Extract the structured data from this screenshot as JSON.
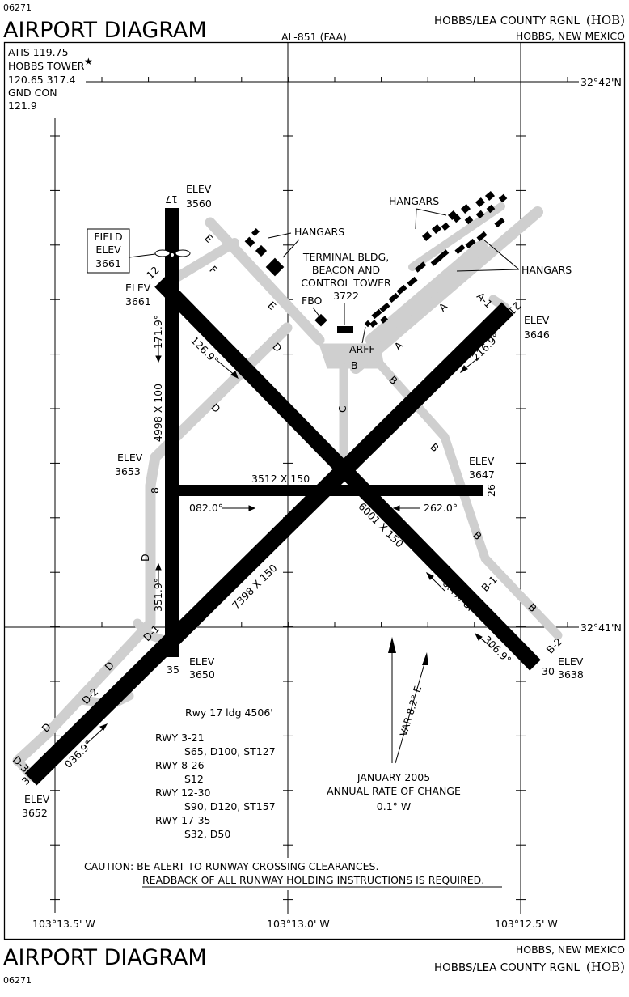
{
  "header": {
    "chart_id": "06271",
    "title": "AIRPORT DIAGRAM",
    "procedure_id": "AL-851 (FAA)",
    "airport_name": "HOBBS/LEA COUNTY RGNL",
    "airport_id": "(HOB)",
    "city_state": "HOBBS, NEW MEXICO"
  },
  "frequencies": [
    "ATIS 119.75",
    "HOBBS TOWER",
    "120.65  317.4",
    "GND CON",
    "121.9"
  ],
  "tower_star": "★",
  "latitudes": [
    "32°42'N",
    "32°41'N"
  ],
  "longitudes": [
    "103°13.5' W",
    "103°13.0' W",
    "103°12.5' W"
  ],
  "field_elev": {
    "line1": "FIELD",
    "line2": "ELEV",
    "value": "3661"
  },
  "runway_ends": [
    {
      "id": "17",
      "elev_label": "ELEV",
      "elev": "3560",
      "heading": "171.9°"
    },
    {
      "id": "35",
      "elev_label": "ELEV",
      "elev": "3650",
      "heading": "351.9°"
    },
    {
      "id": "12",
      "elev_label": "ELEV",
      "elev": "3661",
      "heading": "126.9°"
    },
    {
      "id": "30",
      "elev_label": "ELEV",
      "elev": "3638",
      "heading": "306.9°"
    },
    {
      "id": "8",
      "elev_label": "ELEV",
      "elev": "3653",
      "heading": "082.0°"
    },
    {
      "id": "26",
      "elev_label": "ELEV",
      "elev": "3647",
      "heading": "262.0°"
    },
    {
      "id": "3",
      "elev_label": "ELEV",
      "elev": "3652",
      "heading": "036.9°"
    },
    {
      "id": "21",
      "elev_label": "ELEV",
      "elev": "3646",
      "heading": "216.9°"
    }
  ],
  "runway_dims": {
    "r17_35": "4998 X 100",
    "r8_26": "3512 X 150",
    "r12_30": "6001 X 150",
    "r3_21": "7398 X 150",
    "slope": "0.4% UP"
  },
  "taxiways": {
    "A": "A",
    "A1": "A-1",
    "B": "B",
    "B1": "B-1",
    "B2": "B-2",
    "C": "C",
    "D": "D",
    "D1": "D-1",
    "D2": "D-2",
    "D3": "D-3",
    "E": "E",
    "F": "F"
  },
  "buildings": {
    "hangars": "HANGARS",
    "terminal": [
      "TERMINAL BLDG,",
      "BEACON AND",
      "CONTROL TOWER",
      "3722"
    ],
    "fbo": "FBO",
    "arff": "ARFF"
  },
  "notes": {
    "ldg": "Rwy 17 ldg 4506'",
    "strengths": [
      "RWY 3-21",
      "S65, D100, ST127",
      "RWY 8-26",
      "S12",
      "RWY 12-30",
      "S90, D120, ST157",
      "RWY 17-35",
      "S32, D50"
    ],
    "var": "VAR 8.2° E",
    "mag": [
      "JANUARY 2005",
      "ANNUAL RATE OF CHANGE",
      "0.1° W"
    ],
    "caution1": "CAUTION: BE ALERT TO RUNWAY CROSSING CLEARANCES.",
    "caution2": "READBACK OF ALL RUNWAY HOLDING INSTRUCTIONS IS REQUIRED."
  }
}
